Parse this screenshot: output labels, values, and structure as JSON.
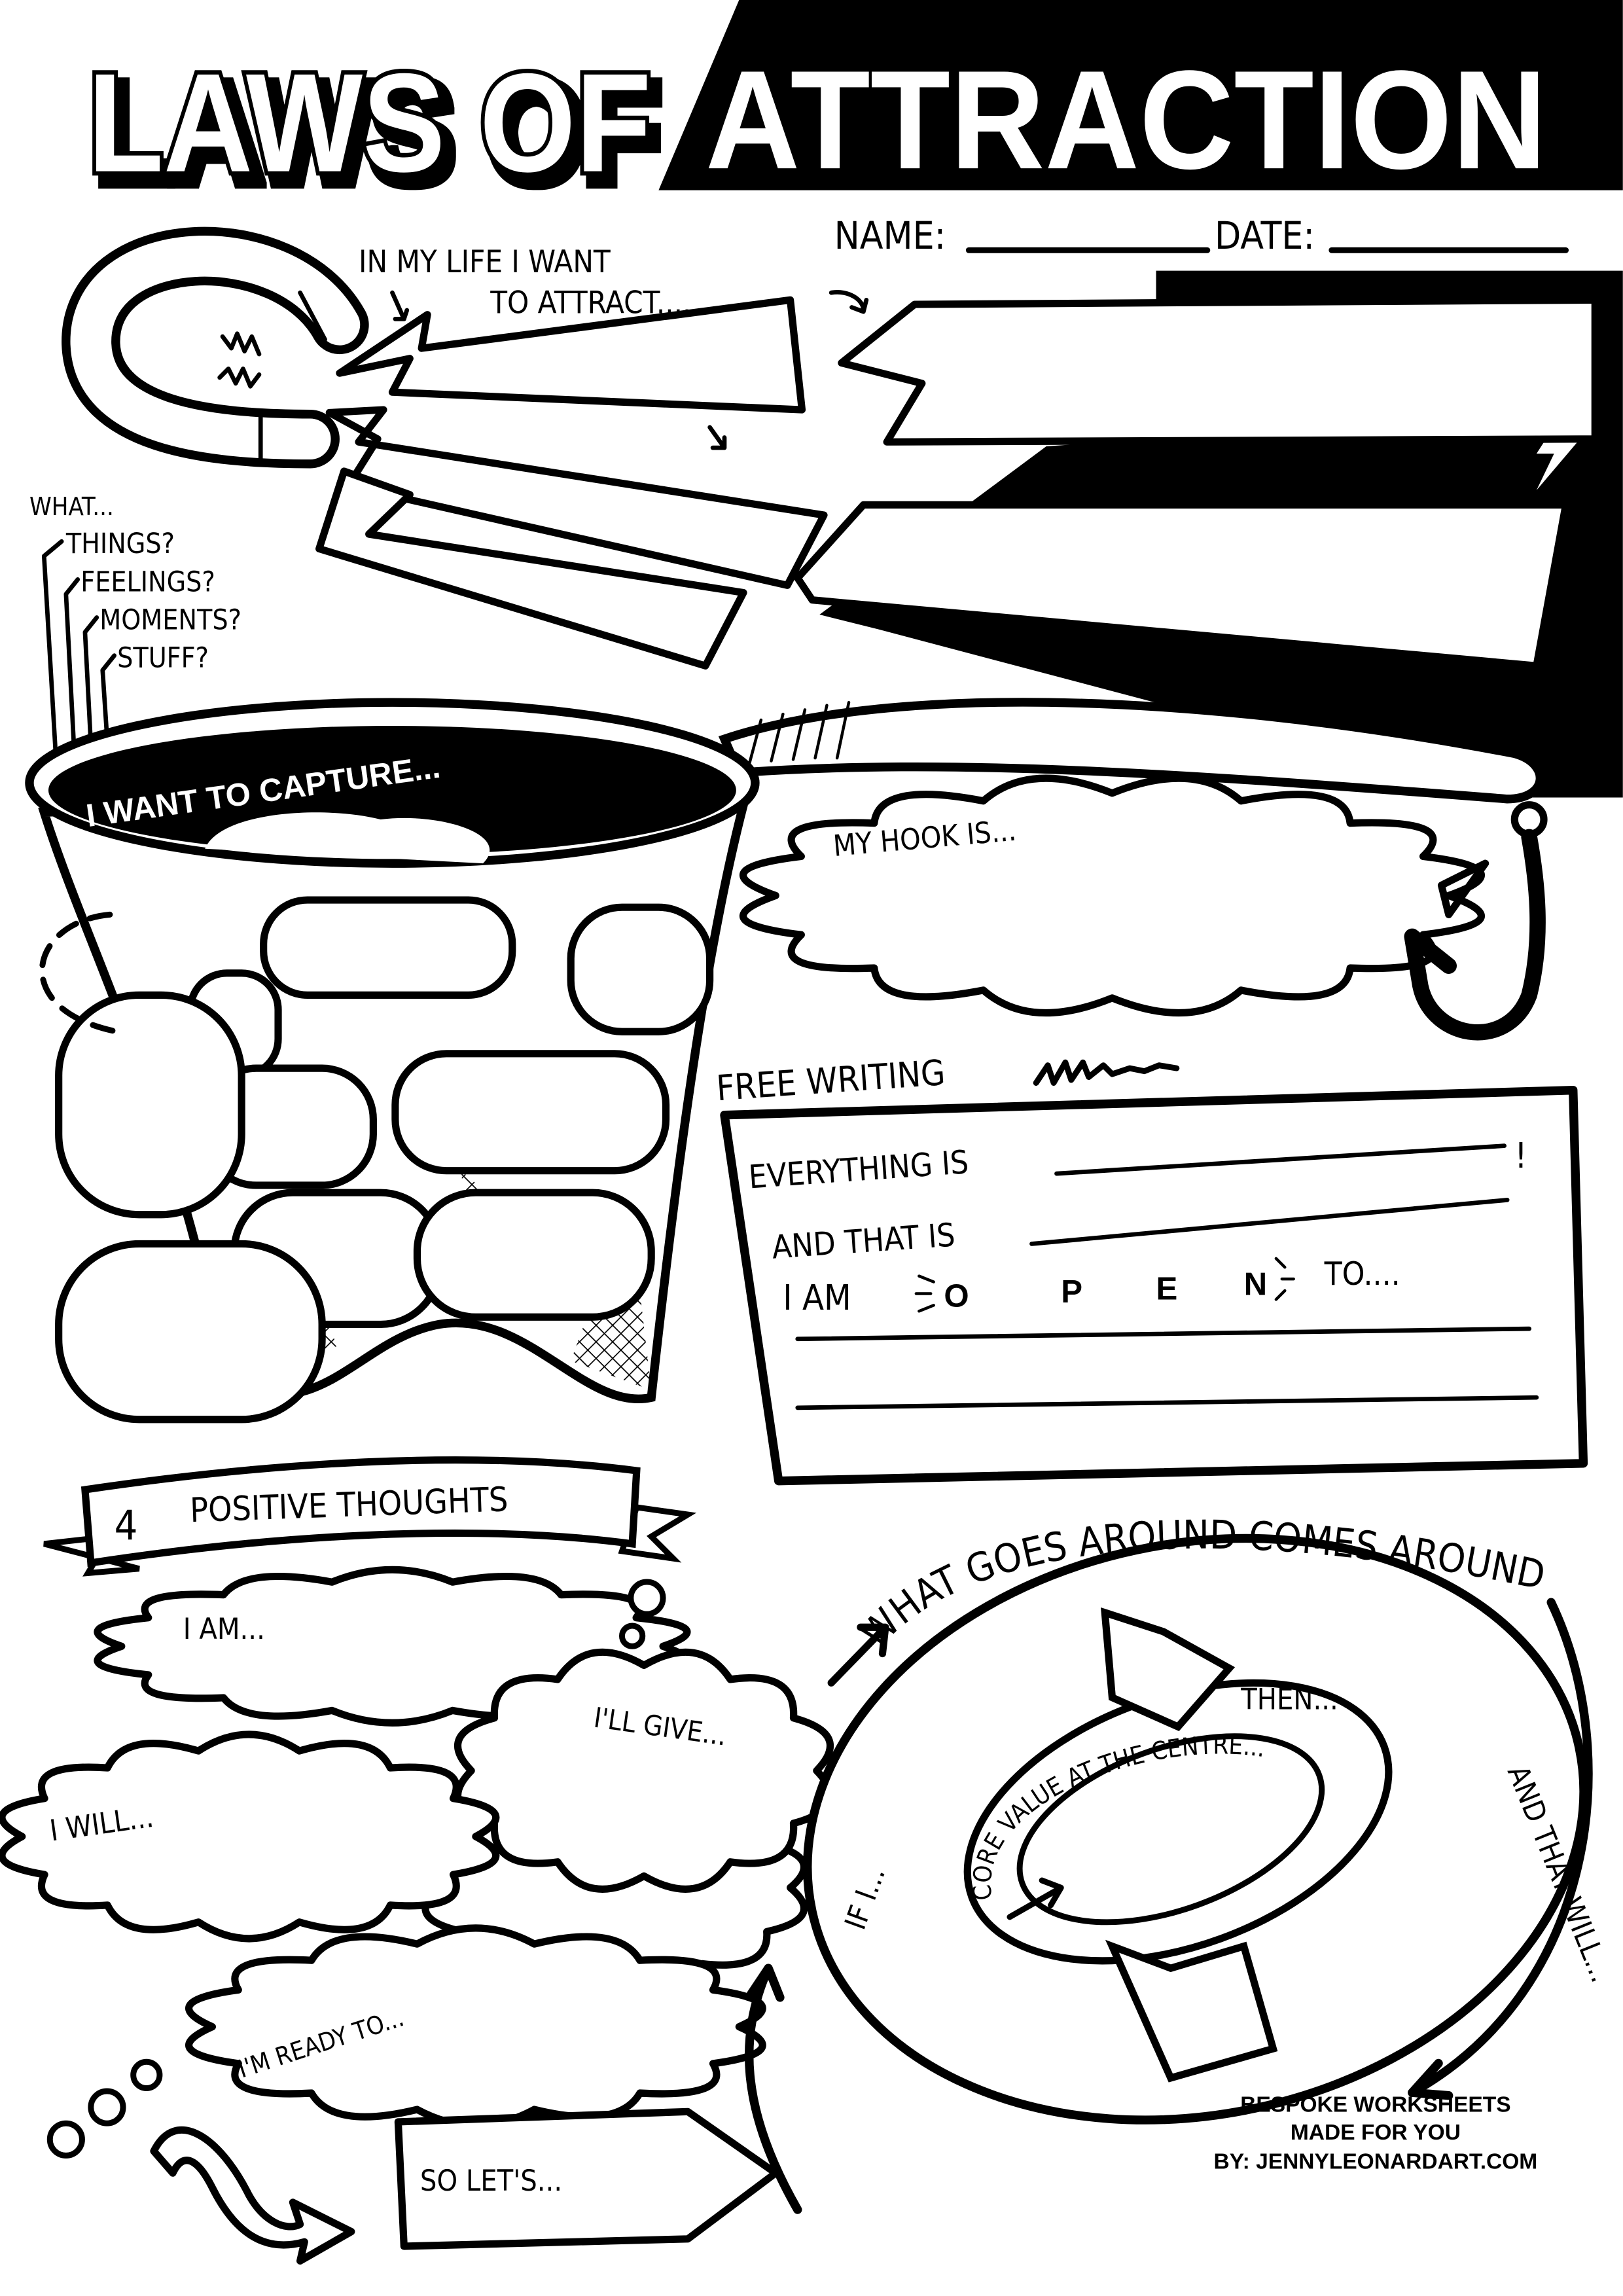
{
  "title": {
    "part1": "LAWS OF",
    "part2": "ATTRACTION"
  },
  "header": {
    "name_label": "NAME:",
    "date_label": "DATE:"
  },
  "attract": {
    "line1": "IN MY LIFE I WANT",
    "line2": "TO ATTRACT...."
  },
  "prompts": {
    "what": "WHAT...",
    "items": [
      "THINGS?",
      "FEELINGS?",
      "MOMENTS?",
      "STUFF?"
    ]
  },
  "capture": {
    "label": "I WANT TO CAPTURE..."
  },
  "hook": {
    "label": "MY HOOK IS..."
  },
  "free_writing": {
    "title": "FREE WRITING",
    "everything": "EVERYTHING IS",
    "exclaim": "!",
    "and_that": "AND THAT IS",
    "i_am": "I AM",
    "open_letters": [
      "O",
      "P",
      "E",
      "N"
    ],
    "to": "TO...."
  },
  "positive": {
    "number": "4",
    "title": "POSITIVE THOUGHTS",
    "i_am": "I AM...",
    "i_will": "I WILL...",
    "ill_give": "I'LL GIVE...",
    "ready": "I'M READY TO...",
    "so_lets": "SO LET'S..."
  },
  "cycle": {
    "arc_title": "WHAT GOES AROUND COMES AROUND",
    "if_i": "IF I...",
    "then": "THEN...",
    "and_that_will": "AND THAT WILL...",
    "core": "CORE VALUE AT THE CENTRE..."
  },
  "credit": {
    "line1": "BESPOKE WORKSHEETS",
    "line2": "MADE FOR YOU",
    "line3": "BY: JENNYLEONARDART.COM"
  },
  "colors": {
    "ink": "#000000",
    "paper": "#ffffff"
  }
}
